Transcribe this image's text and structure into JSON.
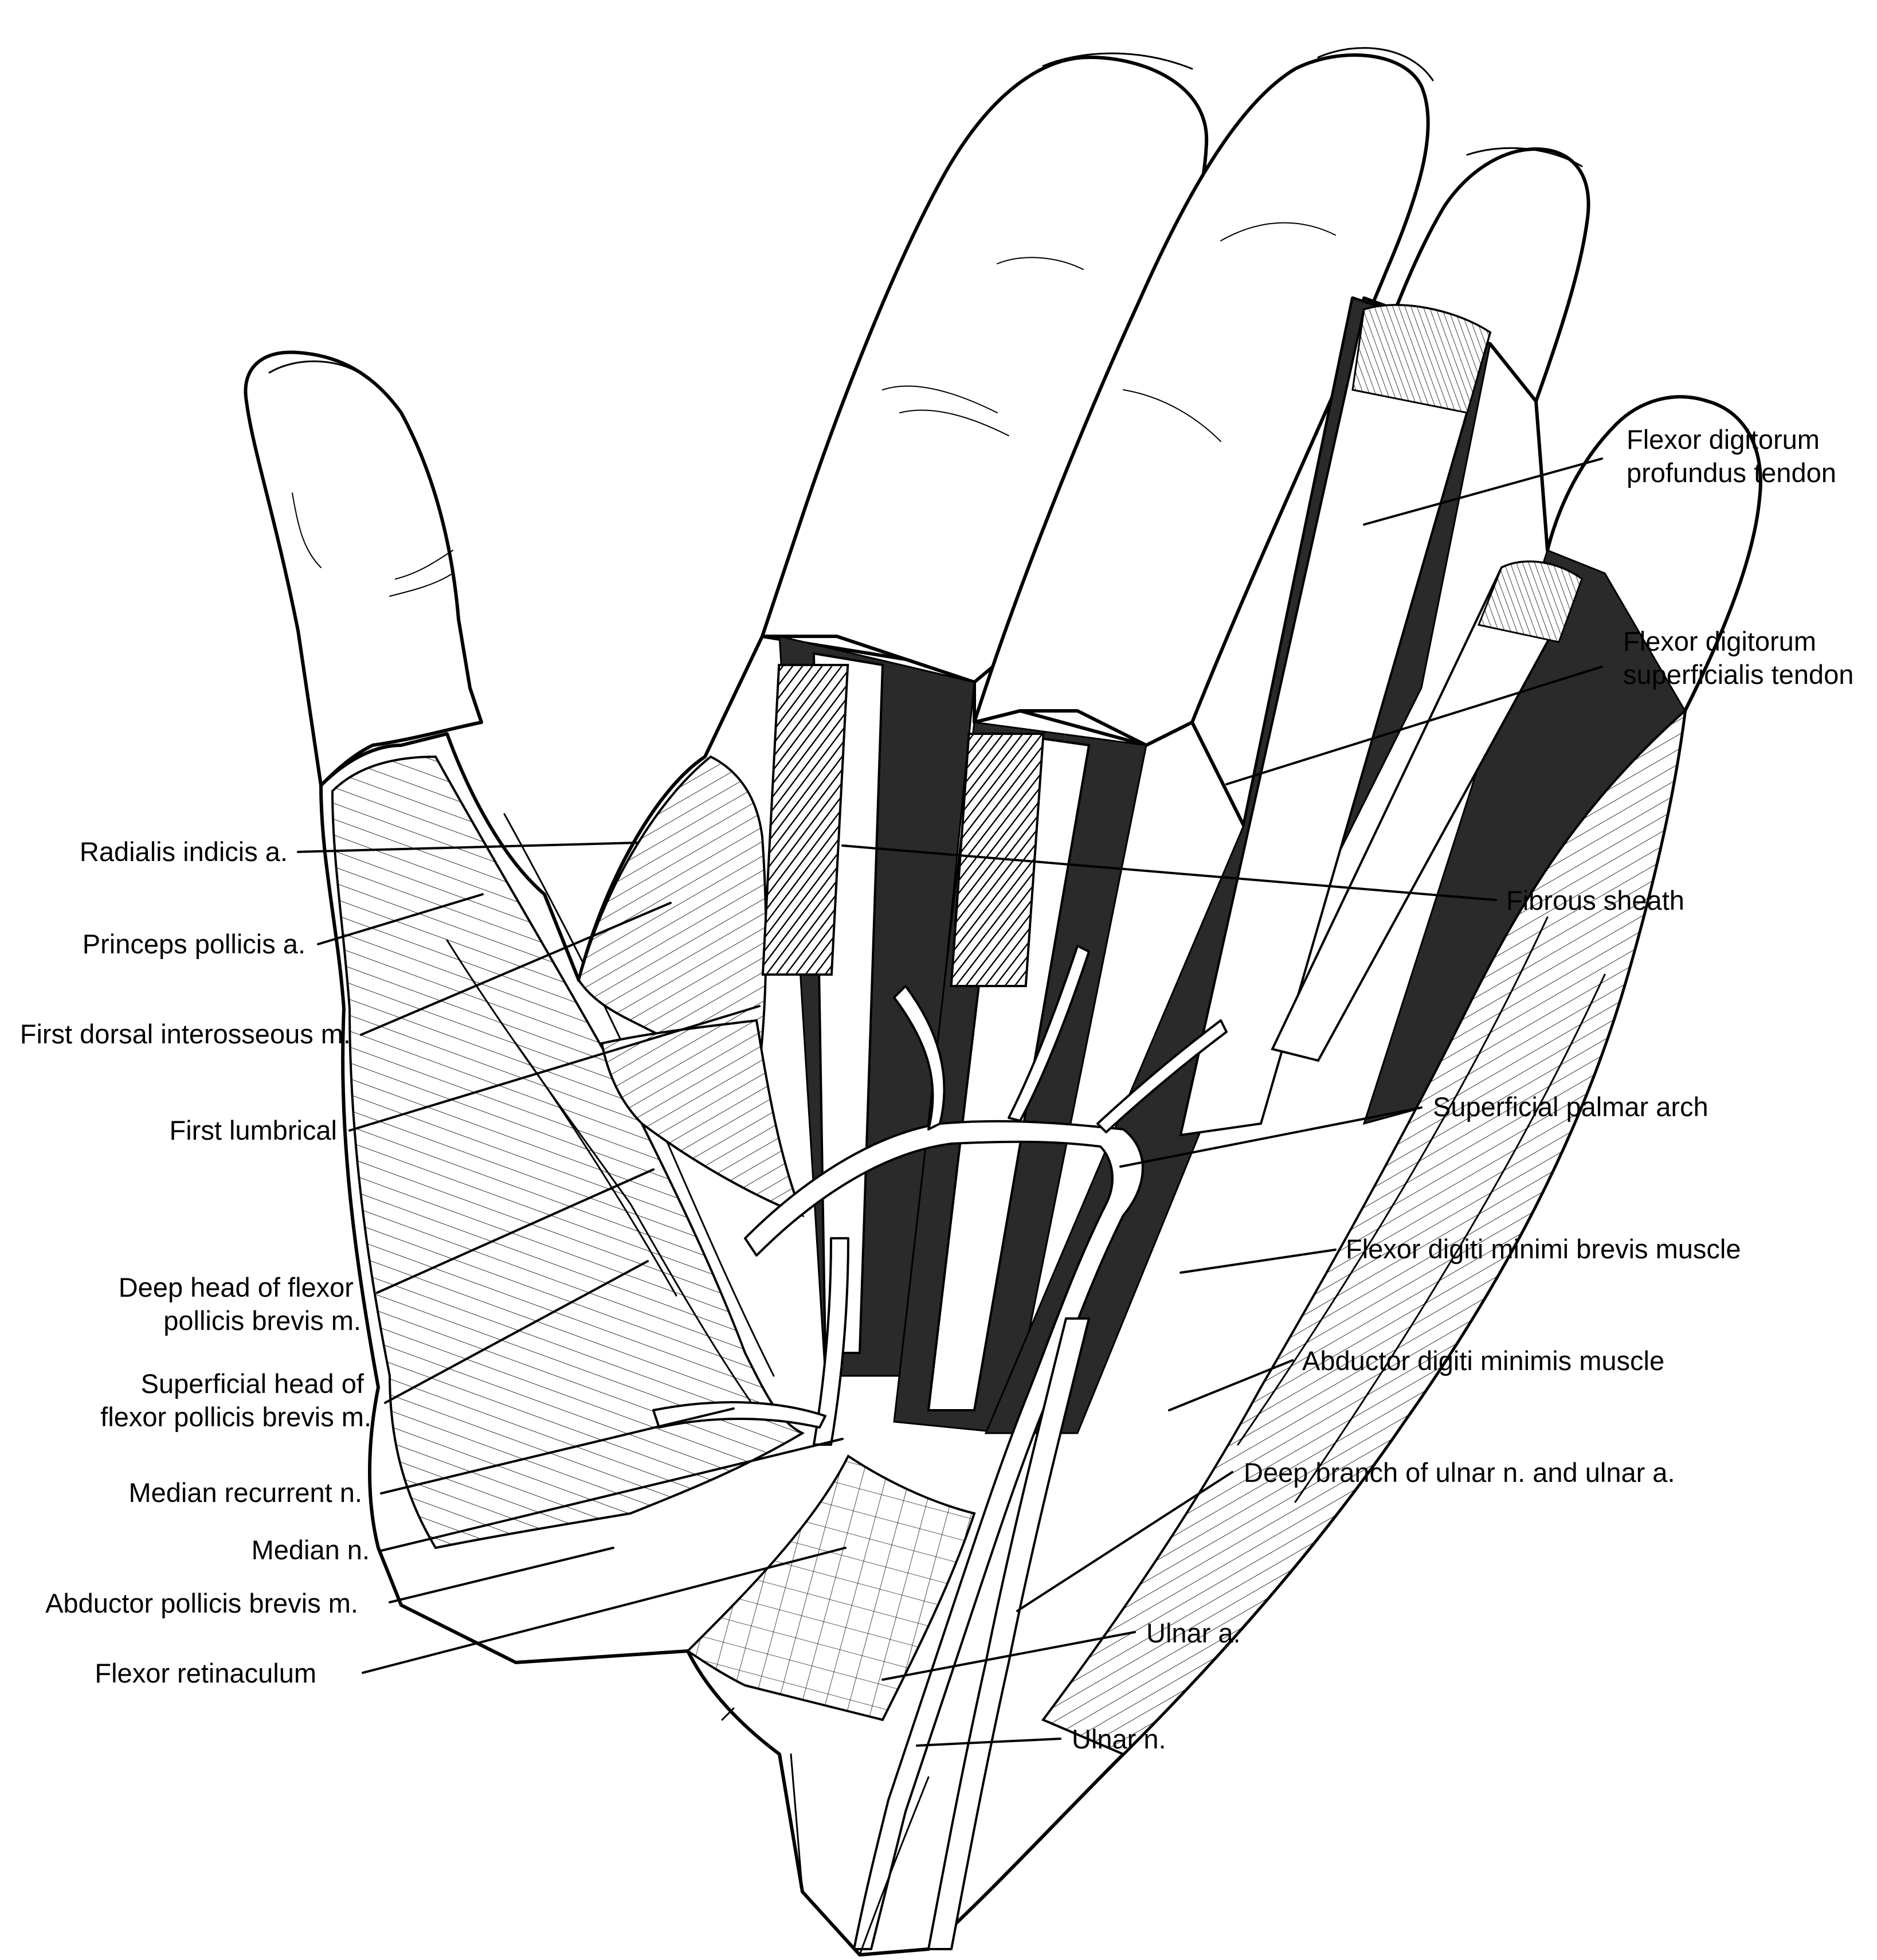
{
  "labels_left": [
    {
      "id": "radialis-indicis",
      "lines": [
        "Radialis indicis a."
      ]
    },
    {
      "id": "princeps-pollicis",
      "lines": [
        "Princeps pollicis a."
      ]
    },
    {
      "id": "first-dorsal-interosseous",
      "lines": [
        "First dorsal interosseous m."
      ]
    },
    {
      "id": "first-lumbrical",
      "lines": [
        "First lumbrical"
      ]
    },
    {
      "id": "deep-head-fpb",
      "lines": [
        "Deep head of flexor",
        "pollicis brevis m."
      ]
    },
    {
      "id": "superficial-head-fpb",
      "lines": [
        "Superficial head of",
        "flexor pollicis brevis m."
      ]
    },
    {
      "id": "median-recurrent",
      "lines": [
        "Median recurrent n."
      ]
    },
    {
      "id": "median-nerve",
      "lines": [
        "Median n."
      ]
    },
    {
      "id": "abductor-pollicis-brevis",
      "lines": [
        "Abductor pollicis brevis m."
      ]
    },
    {
      "id": "flexor-retinaculum",
      "lines": [
        "Flexor retinaculum"
      ]
    }
  ],
  "labels_right": [
    {
      "id": "fdp-tendon",
      "lines": [
        "Flexor digitorum",
        "profundus tendon"
      ]
    },
    {
      "id": "fds-tendon",
      "lines": [
        "Flexor digitorum",
        "superficialis tendon"
      ]
    },
    {
      "id": "fibrous-sheath",
      "lines": [
        "Fibrous sheath"
      ]
    },
    {
      "id": "superficial-palmar-arch",
      "lines": [
        "Superficial palmar arch"
      ]
    },
    {
      "id": "flexor-digiti-minimi-brevis",
      "lines": [
        "Flexor digiti minimi brevis muscle"
      ]
    },
    {
      "id": "abductor-digiti-minimis",
      "lines": [
        "Abductor digiti minimis muscle"
      ]
    },
    {
      "id": "deep-branch-ulnar",
      "lines": [
        "Deep branch of ulnar n. and ulnar a."
      ]
    },
    {
      "id": "ulnar-artery",
      "lines": [
        "Ulnar a."
      ]
    },
    {
      "id": "ulnar-nerve",
      "lines": [
        "Ulnar n."
      ]
    }
  ]
}
